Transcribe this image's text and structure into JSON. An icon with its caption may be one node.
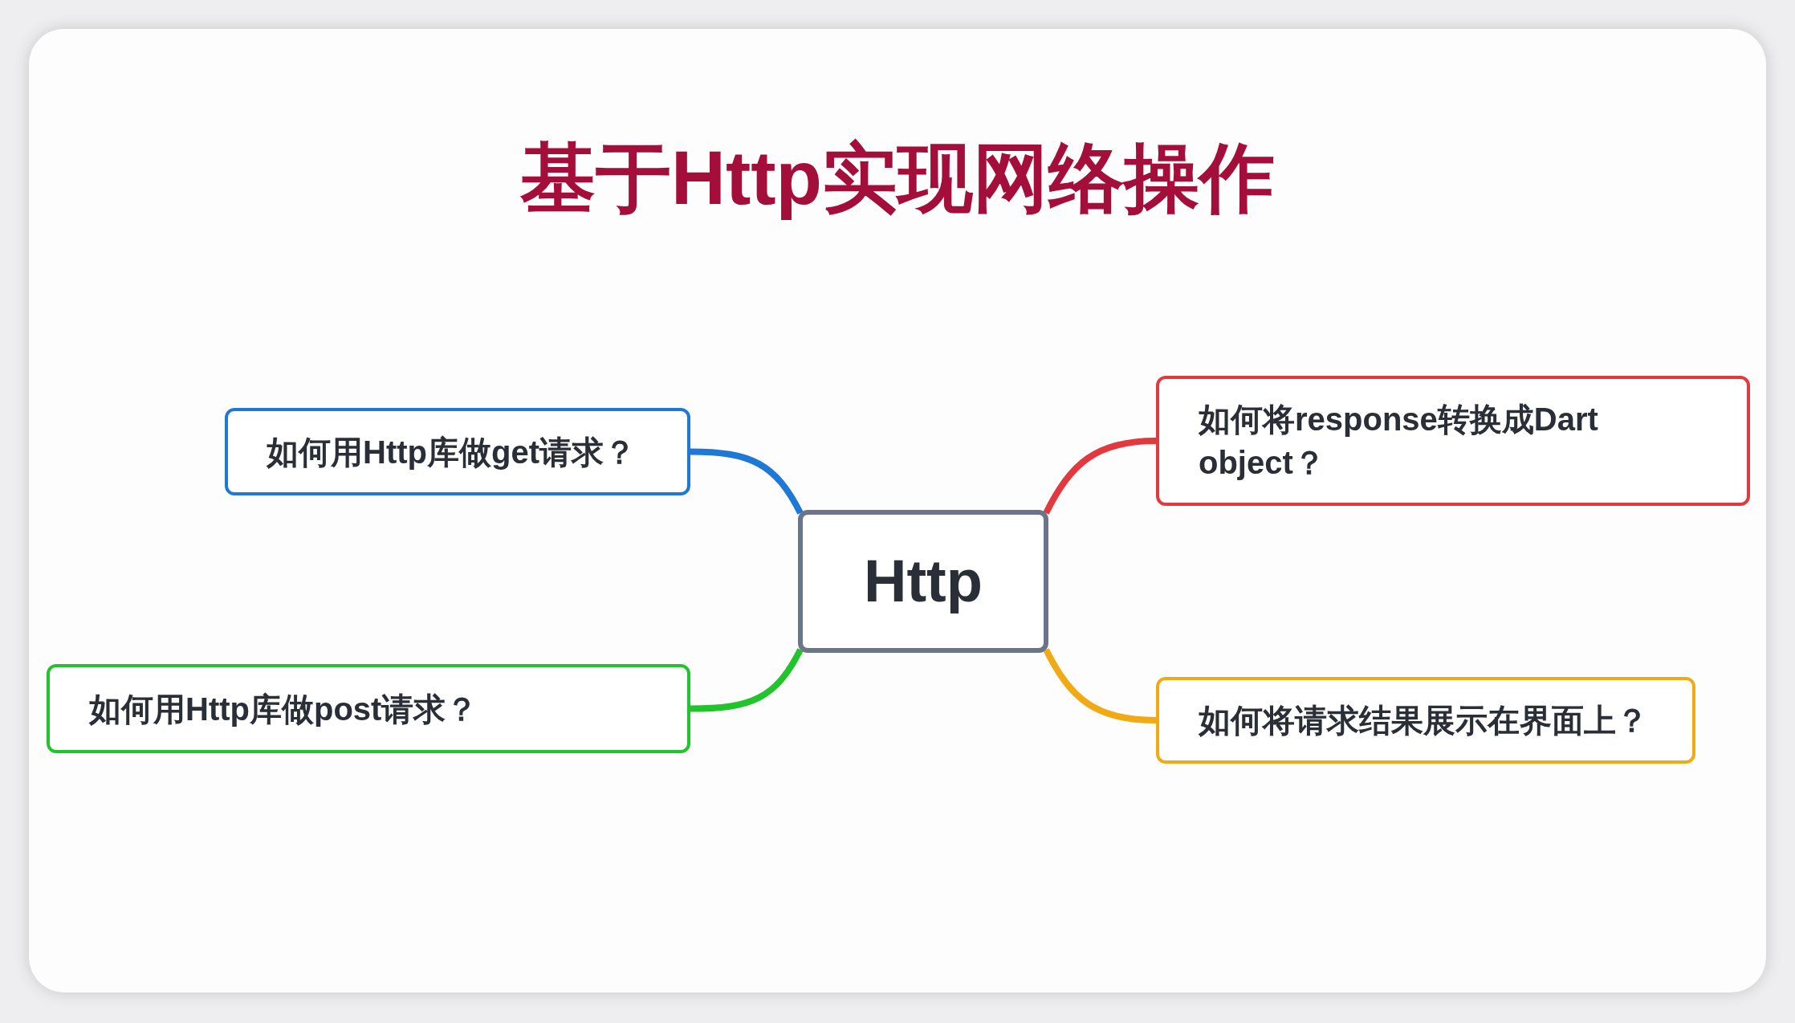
{
  "diagram": {
    "title": "基于Http实现网络操作",
    "nodes": [
      {
        "text": [
          "Http"
        ]
      },
      {
        "text": [
          "如何用Http库做get请求？"
        ]
      },
      {
        "text": [
          "如何将response转换成Dart object？"
        ]
      },
      {
        "text": [
          "如何用Http库做post请求？"
        ]
      },
      {
        "text": [
          "如何将请求结果展示在界面上？"
        ]
      }
    ],
    "edges": [
      {
        "from": 0,
        "to": 1,
        "arrow": "none",
        "color": "#1e78d6"
      },
      {
        "from": 0,
        "to": 2,
        "arrow": "none",
        "color": "#e2393e"
      },
      {
        "from": 0,
        "to": 3,
        "arrow": "none",
        "color": "#22c42e"
      },
      {
        "from": 0,
        "to": 4,
        "arrow": "none",
        "color": "#f0aa14"
      }
    ]
  }
}
